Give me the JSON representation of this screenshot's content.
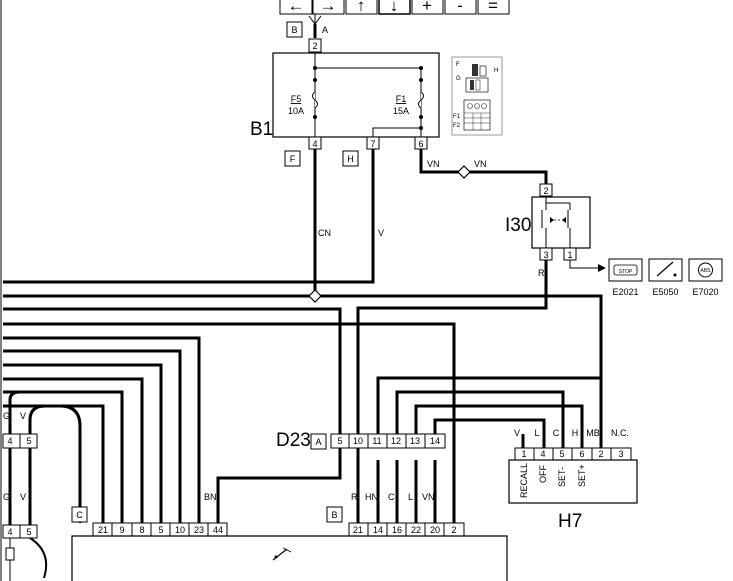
{
  "toolbar": {
    "buttons": [
      "←",
      "→",
      "↑",
      "↓",
      "+",
      "-",
      "="
    ]
  },
  "components": {
    "b1": {
      "name": "B1",
      "connector_top": "B",
      "pin_top": "2",
      "wire_top": "A",
      "fuse_f5": {
        "id": "F5",
        "rating": "10A"
      },
      "fuse_f1": {
        "id": "F1",
        "rating": "15A"
      },
      "conn_f": "F",
      "conn_h": "H",
      "pin_4": "4",
      "pin_7": "7",
      "pin_6": "6"
    },
    "i30": {
      "name": "I30",
      "pin_2": "2",
      "pin_3": "3",
      "pin_1": "1"
    },
    "d23": {
      "name": "D23",
      "connector": "A",
      "pins": [
        "5",
        "10",
        "11",
        "12",
        "13",
        "14"
      ]
    },
    "h7": {
      "name": "H7",
      "wires": [
        "V",
        "L",
        "C",
        "H",
        "MB",
        "N.C."
      ],
      "pins": [
        "1",
        "4",
        "5",
        "6",
        "2",
        "3"
      ],
      "labels": [
        "RECALL",
        "OFF",
        "SET-",
        "SET+"
      ]
    },
    "left_conn": {
      "wires": [
        "G",
        "V"
      ],
      "pins": [
        "4",
        "5"
      ]
    },
    "left_conn2": {
      "wires": [
        "G",
        "V"
      ],
      "pins": [
        "4",
        "5"
      ]
    },
    "bottom_c": {
      "connector": "C",
      "pins": [
        "21",
        "9",
        "8",
        "5",
        "10",
        "23",
        "44"
      ],
      "wire_44": "BN"
    },
    "bottom_b": {
      "connector": "B",
      "pins": [
        "21",
        "14",
        "16",
        "22",
        "20",
        "2"
      ],
      "wires": [
        "R",
        "HN",
        "C",
        "L",
        "VN"
      ]
    }
  },
  "wires": {
    "cn": "CN",
    "v": "V",
    "vn_1": "VN",
    "vn_2": "VN",
    "r": "R"
  },
  "references": [
    "E2021",
    "E5050",
    "E7020"
  ],
  "reference_icons": [
    "stop-icon",
    "cruise-icon",
    "abs-icon"
  ],
  "inset": {
    "labels": [
      "F",
      "G",
      "H",
      "F1",
      "F2"
    ]
  }
}
